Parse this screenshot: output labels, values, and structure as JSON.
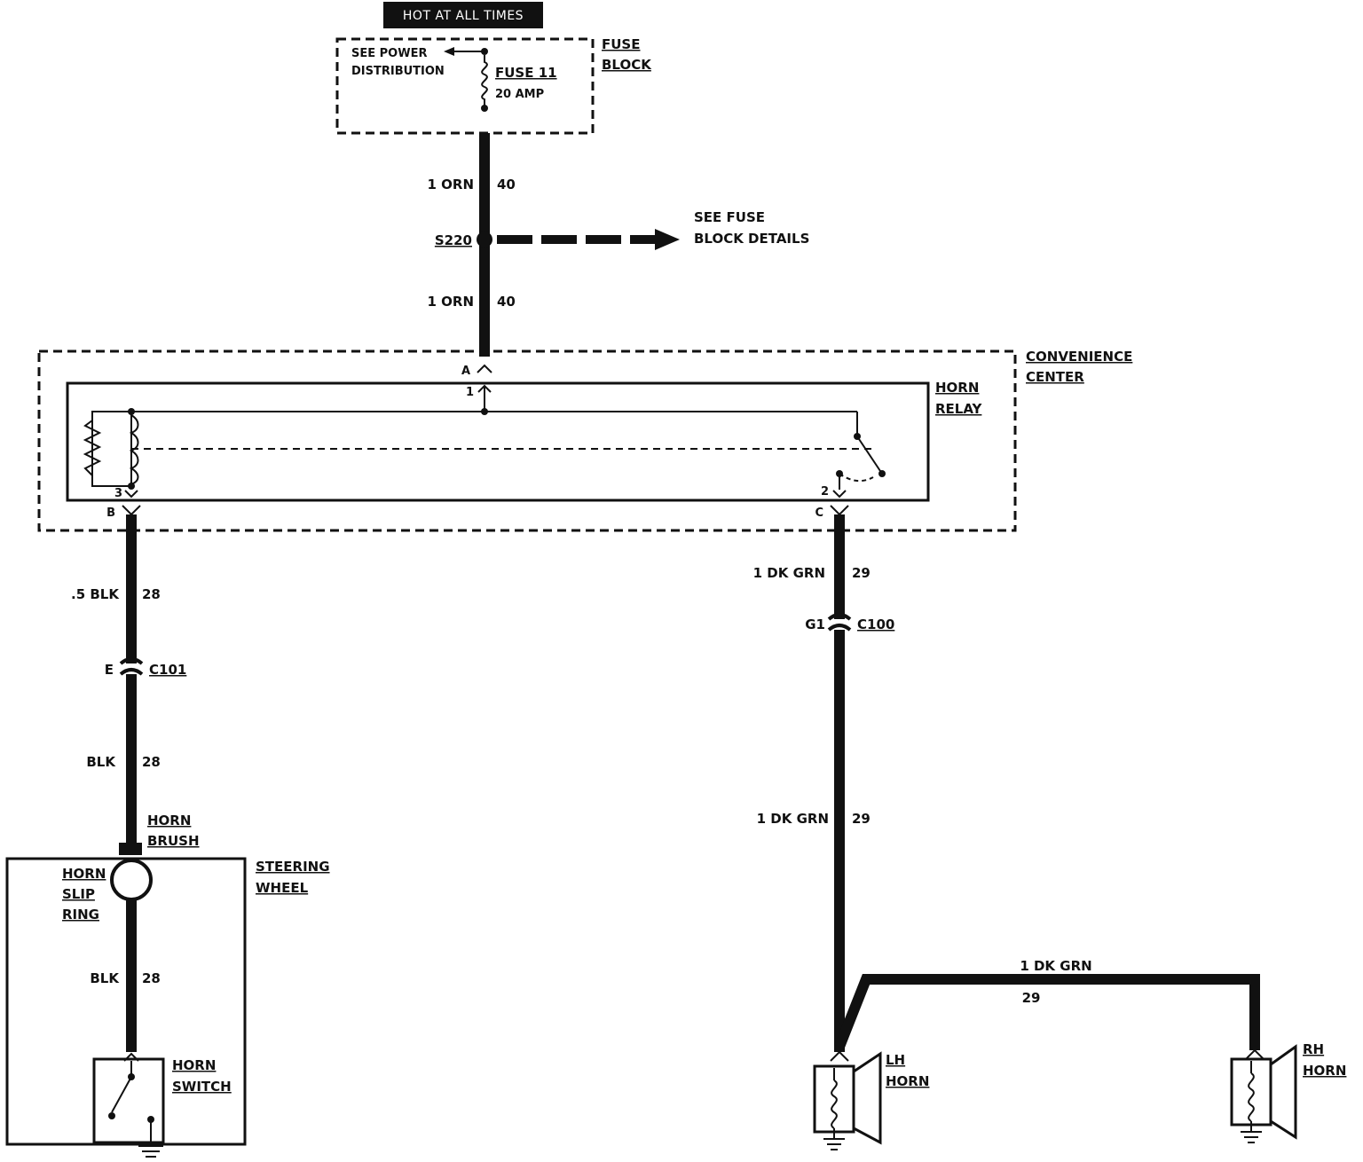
{
  "hot_label": "HOT AT ALL TIMES",
  "fuse_block": {
    "title_line1": "FUSE",
    "title_line2": "BLOCK",
    "see_power_line1": "SEE POWER",
    "see_power_line2": "DISTRIBUTION",
    "fuse_name": "FUSE 11",
    "fuse_rating": "20 AMP"
  },
  "wire_top1": {
    "gauge_color": "1 ORN",
    "circuit": "40"
  },
  "splice": {
    "id": "S220",
    "ref_line1": "SEE FUSE",
    "ref_line2": "BLOCK DETAILS"
  },
  "wire_top2": {
    "gauge_color": "1 ORN",
    "circuit": "40"
  },
  "convenience_center": {
    "title_line1": "CONVENIENCE",
    "title_line2": "CENTER",
    "relay_line1": "HORN",
    "relay_line2": "RELAY",
    "pin_a": "A",
    "pin_b": "B",
    "pin_c": "C",
    "relay_pin1": "1",
    "relay_pin2": "2",
    "relay_pin3": "3"
  },
  "left_branch": {
    "wire1": {
      "gauge_color": ".5 BLK",
      "circuit": "28"
    },
    "connector": {
      "pin": "E",
      "id": "C101"
    },
    "wire2": {
      "gauge_color": "BLK",
      "circuit": "28"
    },
    "brush_line1": "HORN",
    "brush_line2": "BRUSH",
    "steering_line1": "STEERING",
    "steering_line2": "WHEEL",
    "slip_line1": "HORN",
    "slip_line2": "SLIP",
    "slip_line3": "RING",
    "wire3": {
      "gauge_color": "BLK",
      "circuit": "28"
    },
    "switch_line1": "HORN",
    "switch_line2": "SWITCH"
  },
  "right_branch": {
    "wire1": {
      "gauge_color": "1 DK GRN",
      "circuit": "29"
    },
    "connector": {
      "pin": "G1",
      "id": "C100"
    },
    "wire2": {
      "gauge_color": "1 DK GRN",
      "circuit": "29"
    },
    "wire3": {
      "gauge_color": "1 DK GRN",
      "circuit": "29"
    },
    "lh_line1": "LH",
    "lh_line2": "HORN",
    "rh_line1": "RH",
    "rh_line2": "HORN"
  }
}
